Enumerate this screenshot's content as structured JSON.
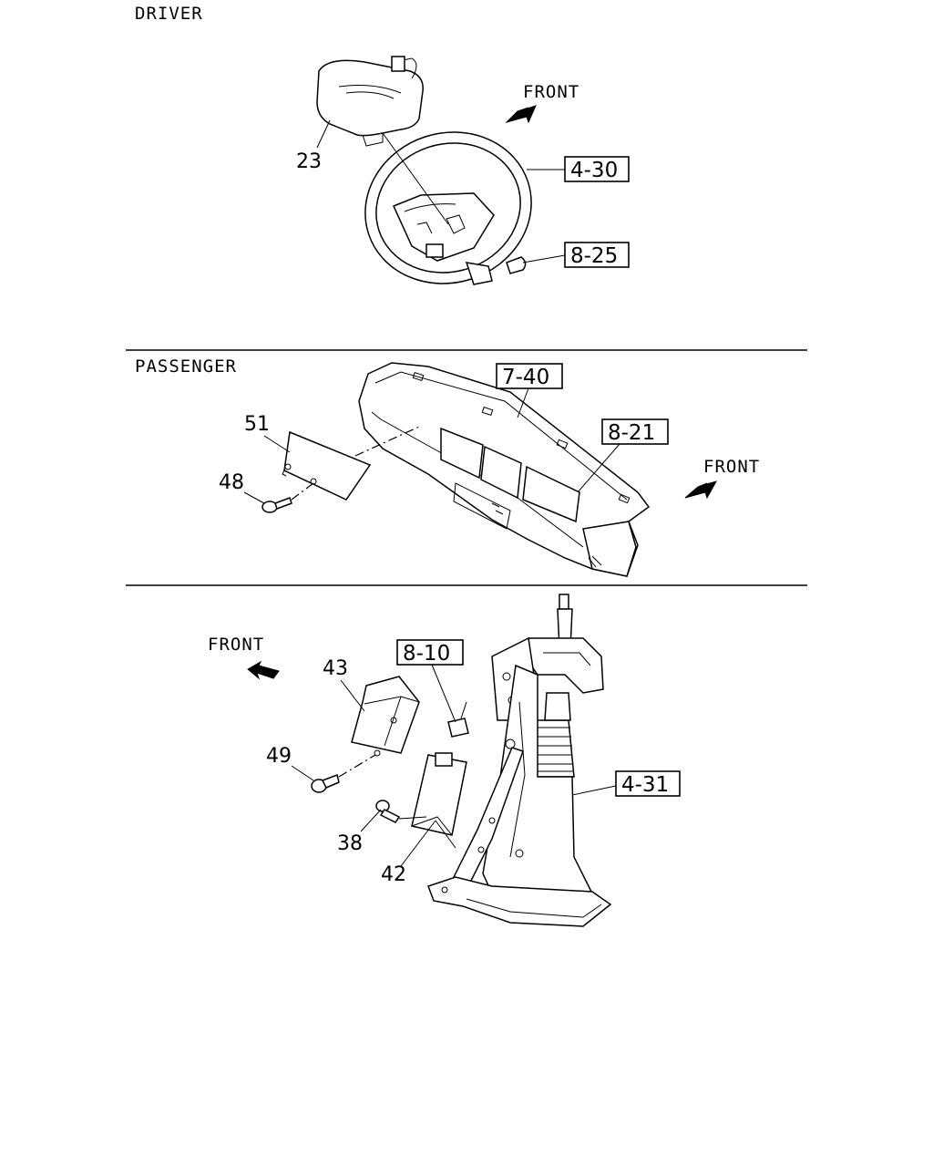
{
  "sections": {
    "driver": "DRIVER",
    "passenger": "PASSENGER"
  },
  "front_labels": [
    "FRONT",
    "FRONT",
    "FRONT"
  ],
  "parts": {
    "p23": "23",
    "p51": "51",
    "p48": "48",
    "p43": "43",
    "p49": "49",
    "p38": "38",
    "p42": "42"
  },
  "references": {
    "r4_30": "4-30",
    "r8_25": "8-25",
    "r7_40": "7-40",
    "r8_21": "8-21",
    "r8_10": "8-10",
    "r4_31": "4-31"
  },
  "colors": {
    "line": "#000000",
    "background": "#ffffff"
  }
}
